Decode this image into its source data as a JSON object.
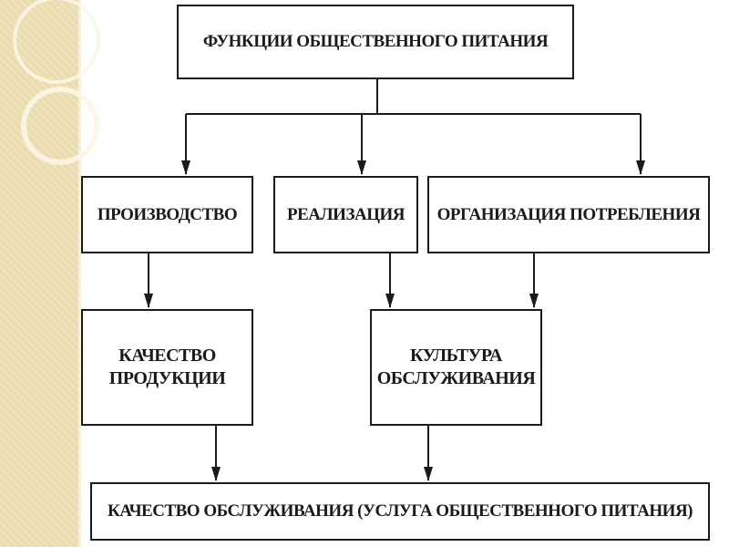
{
  "diagram": {
    "nodes": {
      "main_functions": "ФУНКЦИИ ОБЩЕСТВЕННОГО ПИТАНИЯ",
      "production": "ПРОИЗВОДСТВО",
      "sales": "РЕАЛИЗАЦИЯ",
      "consumption": "ОРГАНИЗАЦИЯ ПОТРЕБЛЕНИЯ",
      "product_quality": "КАЧЕСТВО\nПРОДУКЦИИ",
      "service_culture": "КУЛЬТУРА\nОБСЛУЖИВАНИЯ",
      "service_quality": "КАЧЕСТВО ОБСЛУЖИВАНИЯ (УСЛУГА ОБЩЕСТВЕННОГО ПИТАНИЯ)"
    },
    "edges": [
      {
        "from": "main_functions",
        "to": "production"
      },
      {
        "from": "main_functions",
        "to": "sales"
      },
      {
        "from": "main_functions",
        "to": "consumption"
      },
      {
        "from": "production",
        "to": "product_quality"
      },
      {
        "from": "sales",
        "to": "service_culture"
      },
      {
        "from": "consumption",
        "to": "service_culture"
      },
      {
        "from": "product_quality",
        "to": "service_quality"
      },
      {
        "from": "service_culture",
        "to": "service_quality"
      }
    ],
    "colors": {
      "stroke": "#1a1a1a",
      "background": "#ffffff",
      "side_band": "#efe2b9",
      "ring": "#fbf6e8"
    }
  }
}
